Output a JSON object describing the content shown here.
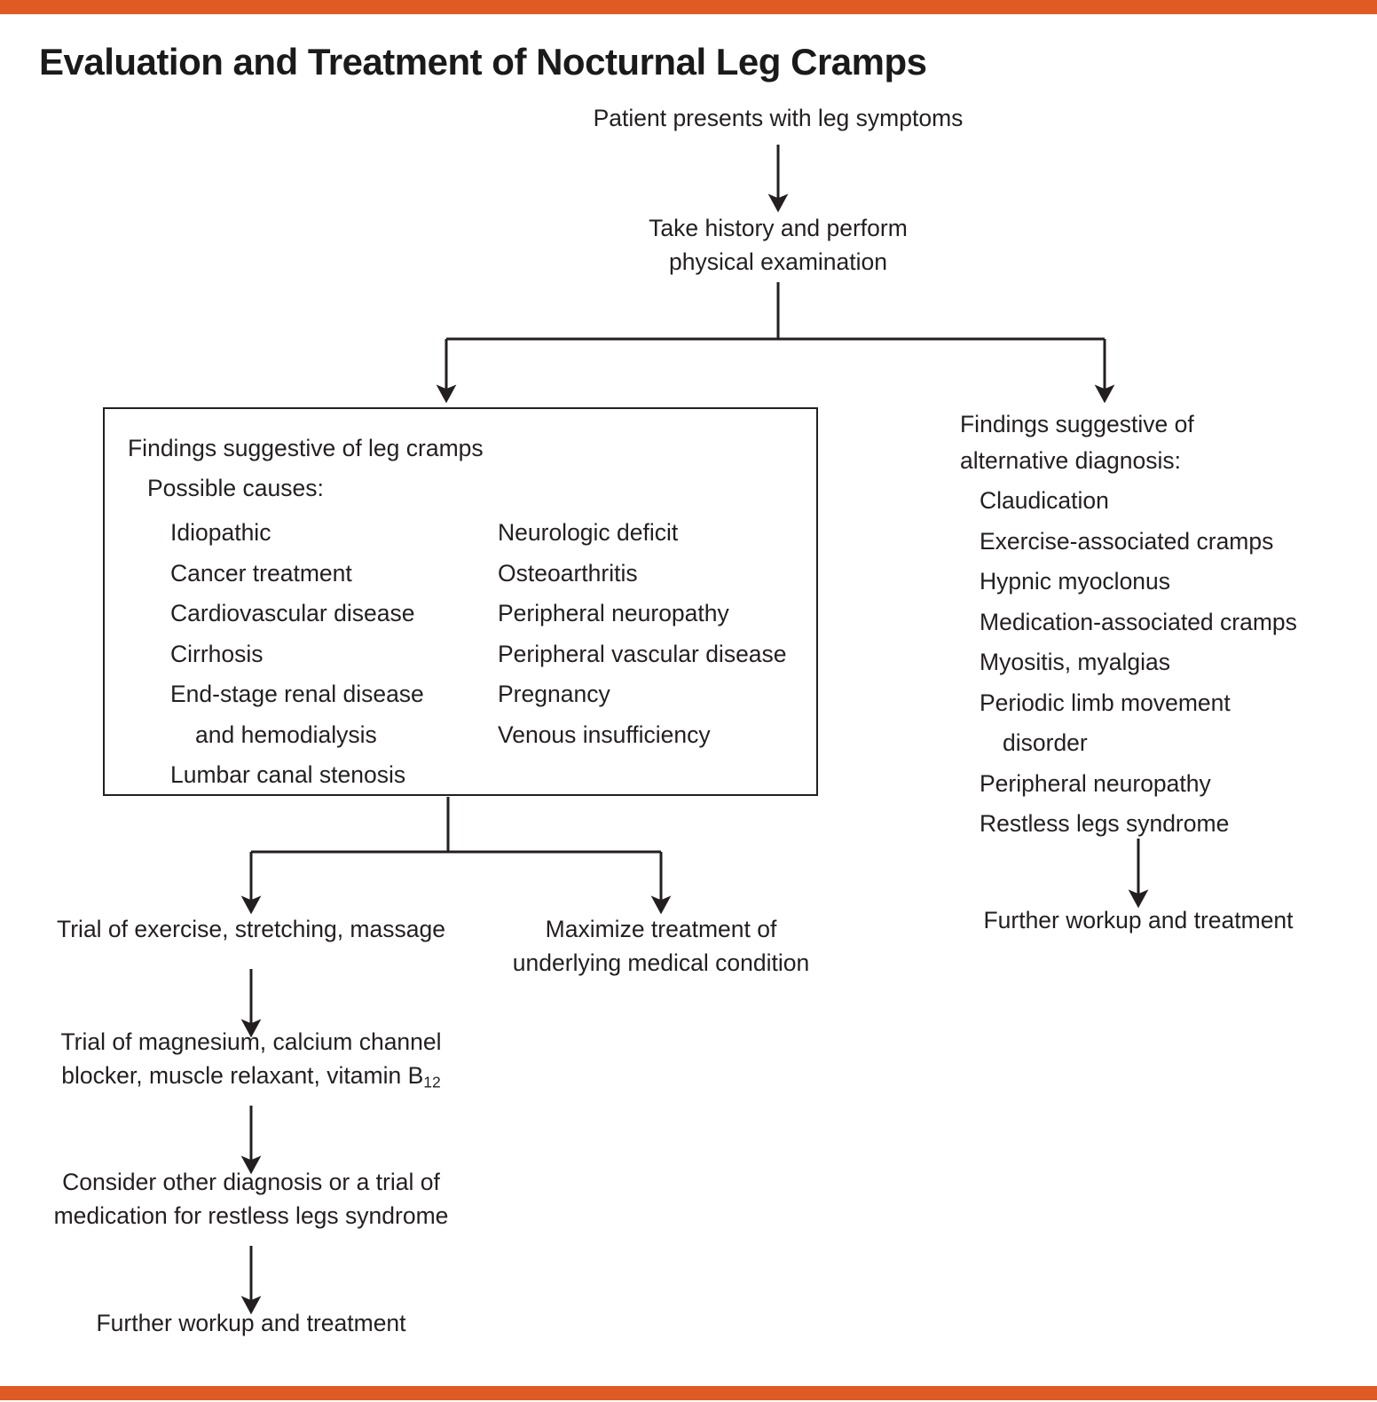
{
  "meta": {
    "accent_color": "#E05A23",
    "text_color": "#231f20",
    "line_color": "#231f20"
  },
  "title": "Evaluation and Treatment of Nocturnal Leg Cramps",
  "flow": {
    "start": "Patient presents with leg symptoms",
    "history": "Take history and perform\nphysical examination",
    "cramps_box": {
      "heading": "Findings suggestive of leg cramps",
      "subheading": "Possible causes:",
      "causes_left": [
        "Idiopathic",
        "Cancer treatment",
        "Cardiovascular disease",
        "Cirrhosis",
        "End-stage renal disease",
        "Lumbar canal stenosis"
      ],
      "causes_left_continuation": "and hemodialysis",
      "causes_right": [
        "Neurologic deficit",
        "Osteoarthritis",
        "Peripheral neuropathy",
        "Peripheral vascular disease",
        "Pregnancy",
        "Venous insufficiency"
      ]
    },
    "alternative": {
      "heading": "Findings suggestive of\nalternative diagnosis:",
      "items": [
        "Claudication",
        "Exercise-associated cramps",
        "Hypnic myoclonus",
        "Medication-associated cramps",
        "Myositis, myalgias",
        "Periodic limb movement",
        "Peripheral neuropathy",
        "Restless legs syndrome"
      ],
      "items_continuation": "disorder",
      "outcome": "Further workup and treatment"
    },
    "treatment_branch_left": "Trial of exercise, stretching, massage",
    "treatment_branch_right": "Maximize treatment of\nunderlying medical condition",
    "step_medication_prefix": "Trial of magnesium, calcium channel\nblocker, muscle relaxant, vitamin B",
    "step_medication_subscript": "12",
    "step_consider": "Consider other diagnosis or a trial of\nmedication for restless legs syndrome",
    "outcome_left": "Further workup and treatment"
  }
}
